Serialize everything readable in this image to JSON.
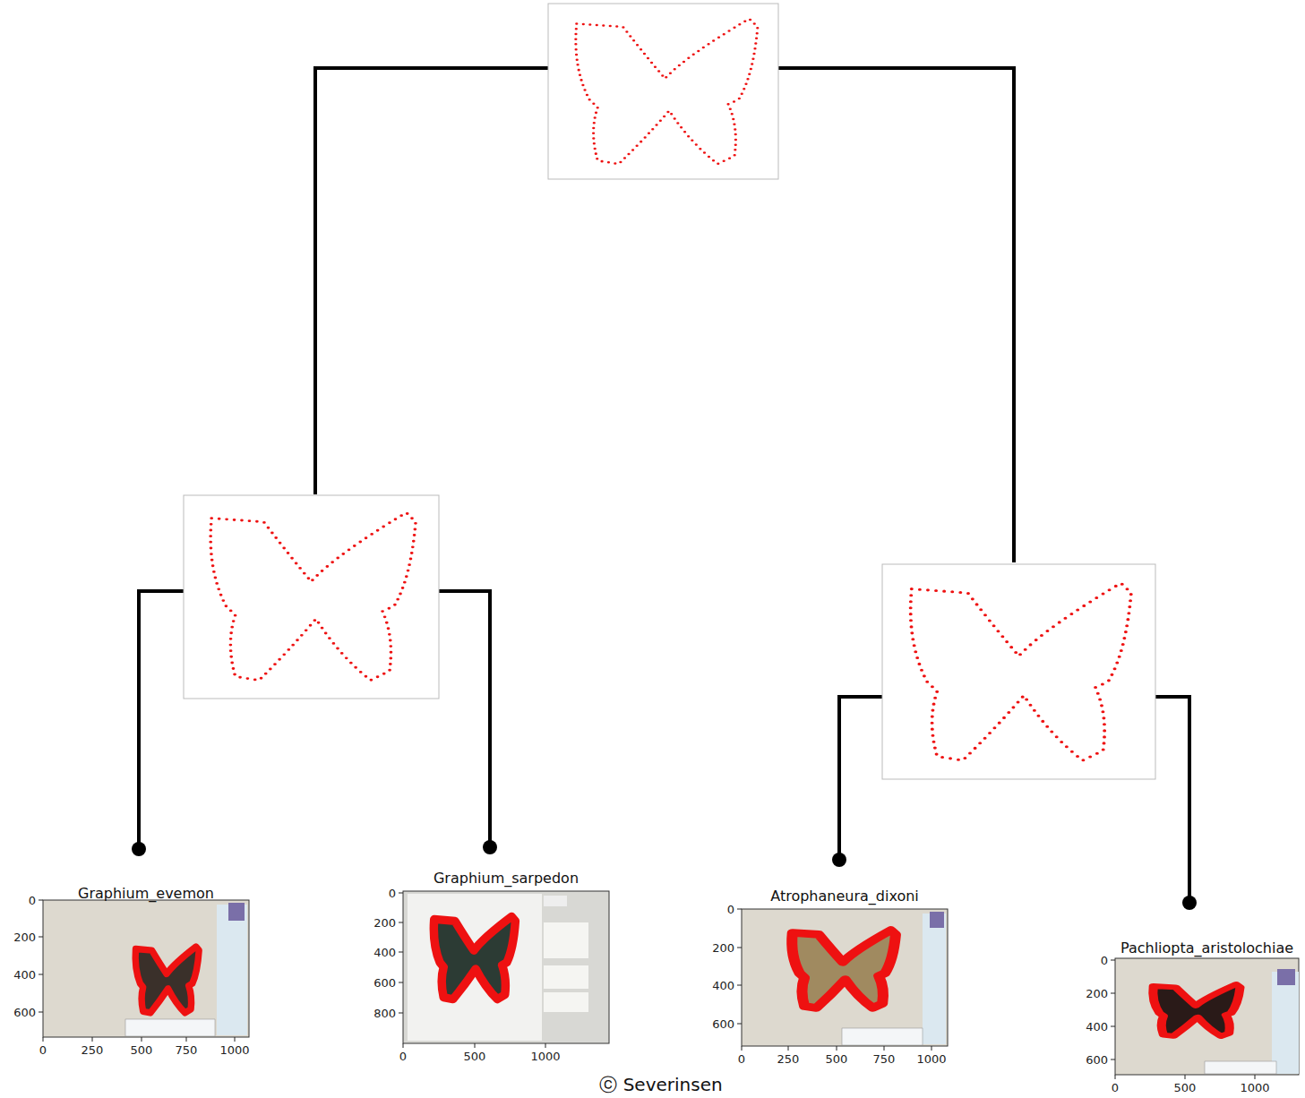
{
  "diagram": {
    "nodes": [
      {
        "text": [
          "Graphium_evemon"
        ]
      },
      {
        "text": [
          "Graphium_sarpedon"
        ]
      },
      {
        "text": [
          "Atrophaneura_dixoni"
        ]
      },
      {
        "text": [
          "Pachliopta_aristolochiae"
        ]
      }
    ],
    "labels": [
      "0",
      "200",
      "400",
      "600",
      "0",
      "250",
      "500",
      "750",
      "1000",
      "0",
      "200",
      "400",
      "600",
      "800",
      "0",
      "500",
      "1000",
      "0",
      "200",
      "400",
      "600",
      "0",
      "250",
      "500",
      "750",
      "1000",
      "0",
      "200",
      "400",
      "600",
      "0",
      "500",
      "1000",
      "ⓒ Severinsen"
    ]
  }
}
